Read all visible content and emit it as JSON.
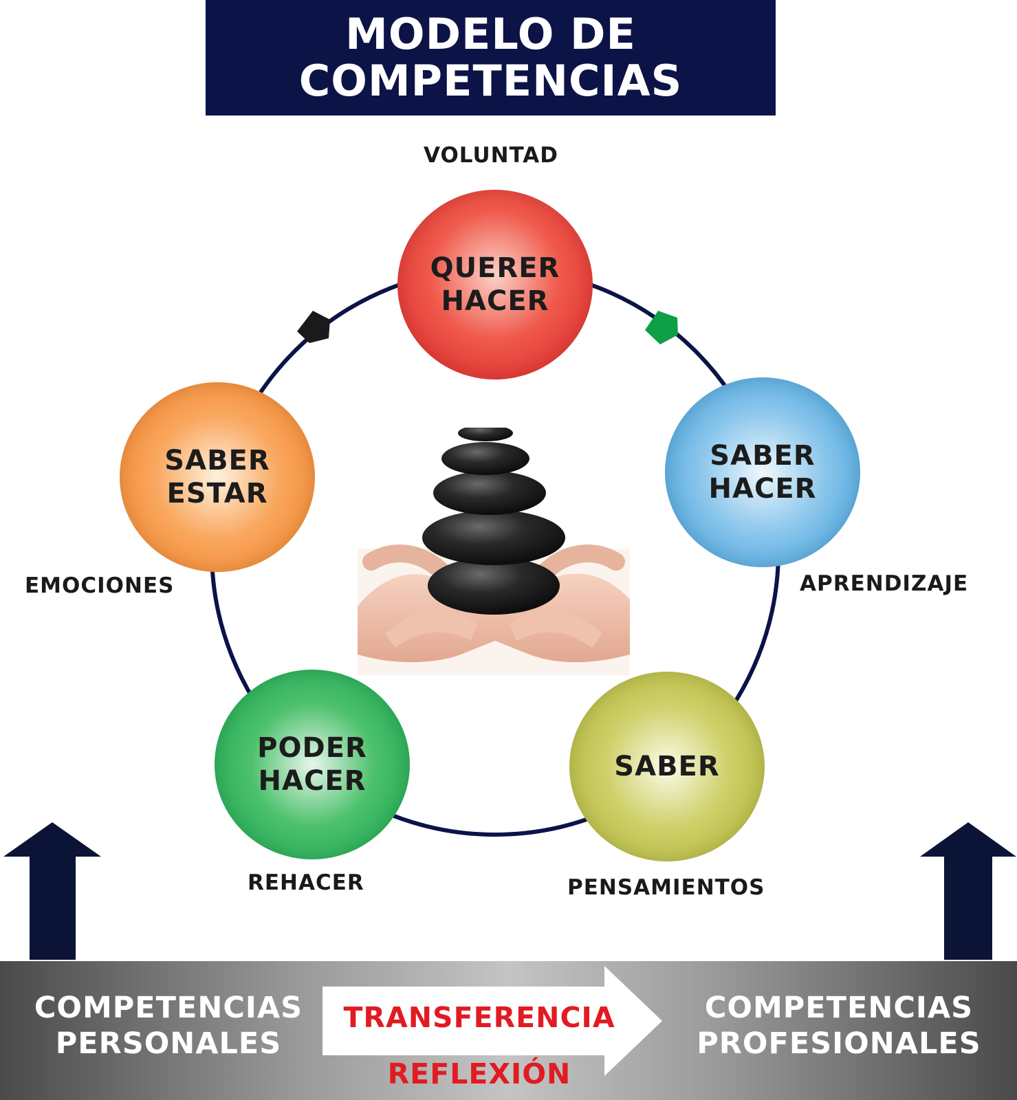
{
  "header": {
    "title_line1": "MODELO DE",
    "title_line2": "COMPETENCIAS"
  },
  "cycle": {
    "nodes": [
      {
        "line1": "QUERER",
        "line2": "HACER",
        "caption": "VOLUNTAD",
        "color": "#d81e22"
      },
      {
        "line1": "SABER",
        "line2": "HACER",
        "caption": "APRENDIZAJE",
        "color": "#2f94d4"
      },
      {
        "line1": "SABER",
        "line2": "",
        "caption": "PENSAMIENTOS",
        "color": "#a8ad2d"
      },
      {
        "line1": "PODER",
        "line2": "HACER",
        "caption": "REHACER",
        "color": "#0e9f47"
      },
      {
        "line1": "SABER",
        "line2": "ESTAR",
        "caption": "EMOCIONES",
        "color": "#ef7b1f"
      }
    ],
    "ring_color": "#0b1347",
    "marker_colors": {
      "left": "#1a1a1a",
      "right": "#0e9f47"
    }
  },
  "bottom": {
    "left_line1": "COMPETENCIAS",
    "left_line2": "PERSONALES",
    "right_line1": "COMPETENCIAS",
    "right_line2": "PROFESIONALES",
    "transfer": "TRANSFERENCIA",
    "reflection": "REFLEXIÓN",
    "accent": "#e11b22"
  }
}
